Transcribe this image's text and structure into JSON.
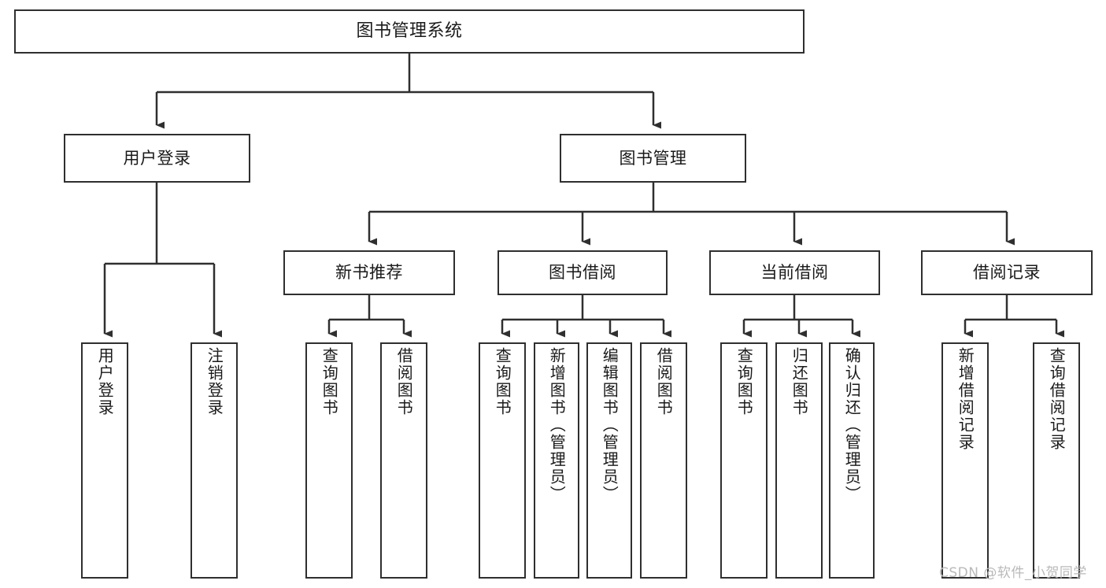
{
  "diagram": {
    "title": "图书管理系统",
    "type": "tree-hierarchy",
    "root": {
      "label": "图书管理系统"
    },
    "level2": [
      {
        "label": "用户登录"
      },
      {
        "label": "图书管理"
      }
    ],
    "level3": [
      {
        "label": "新书推荐"
      },
      {
        "label": "图书借阅"
      },
      {
        "label": "当前借阅"
      },
      {
        "label": "借阅记录"
      }
    ],
    "leaves": {
      "user_login": [
        {
          "label": "用户登录"
        },
        {
          "label": "注销登录"
        }
      ],
      "new_book_recommend": [
        {
          "label": "查询图书"
        },
        {
          "label": "借阅图书"
        }
      ],
      "book_borrow": [
        {
          "label": "查询图书"
        },
        {
          "label": "新增图书（管理员）"
        },
        {
          "label": "编辑图书（管理员）"
        },
        {
          "label": "借阅图书"
        }
      ],
      "current_borrow": [
        {
          "label": "查询图书"
        },
        {
          "label": "归还图书"
        },
        {
          "label": "确认归还（管理员）"
        }
      ],
      "borrow_record": [
        {
          "label": "新增借阅记录"
        },
        {
          "label": "查询借阅记录"
        }
      ]
    }
  },
  "watermark": {
    "text": "CSDN @软件_小贺同学"
  },
  "colors": {
    "stroke": "#2f2f2f",
    "text": "#1a1a1a",
    "background": "#ffffff",
    "watermark": "#b9b9b9"
  }
}
